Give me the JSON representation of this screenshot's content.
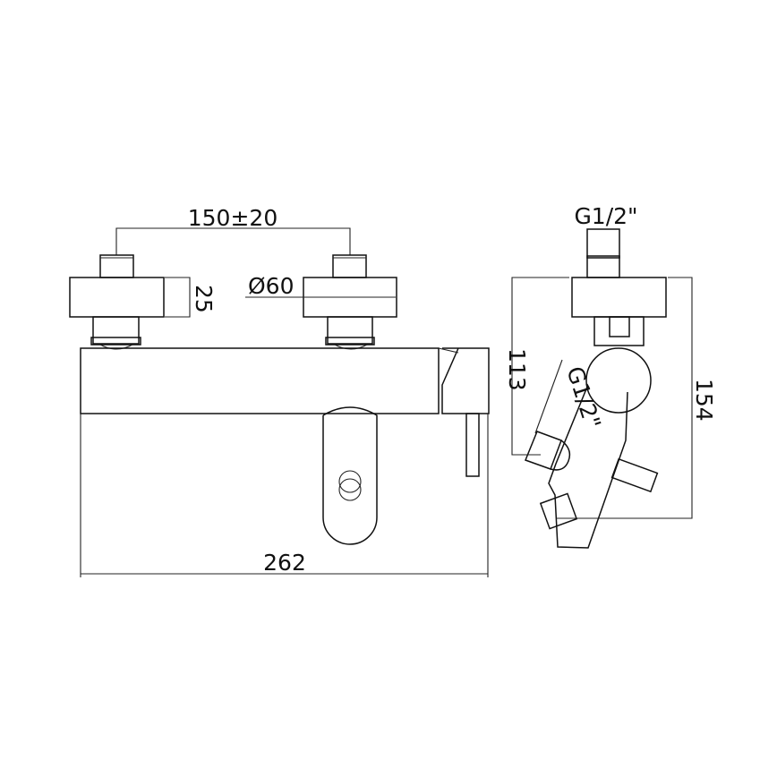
{
  "drawing": {
    "front_view": {
      "dim_inlet_spacing": "150±20",
      "dim_flange_thickness": "25",
      "dim_flange_diameter": "Ø60",
      "dim_overall_width": "262"
    },
    "side_view": {
      "dim_inlet_thread": "G1/2\"",
      "dim_outlet_thread": "G1/2\"",
      "dim_outlet_depth": "113",
      "dim_overall_depth": "154"
    },
    "colors": {
      "line": "#111111",
      "background": "#ffffff"
    }
  }
}
